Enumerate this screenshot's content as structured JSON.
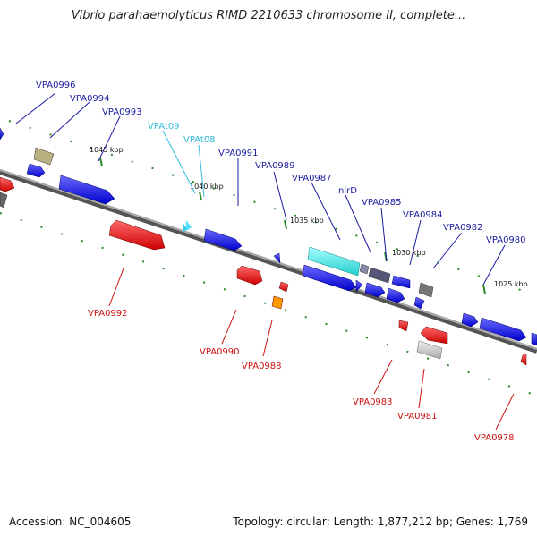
{
  "title": "Vibrio parahaemolyticus RIMD 2210633 chromosome II, complete...",
  "footer": {
    "accession": "Accession: NC_004605",
    "summary": "Topology: circular; Length: 1,877,212 bp; Genes: 1,769"
  },
  "colors": {
    "forward_gene": "#1a1ae6",
    "reverse_gene": "#e61a1a",
    "trna": "#33ccee",
    "backbone": "#888888",
    "dots": "#2a8a2a",
    "label_forward": "#1a1aa0",
    "label_reverse": "#cc1111",
    "label_trna": "#33bbdd"
  },
  "ticks": [
    "1045 kbp",
    "1040 kbp",
    "1035 kbp",
    "1030 kbp",
    "1025 kbp"
  ],
  "labels_top": [
    "VPA0996",
    "VPA0994",
    "VPA0993",
    "VPAt09",
    "VPAt08",
    "VPA0991",
    "VPA0989",
    "VPA0987",
    "nirD",
    "VPA0985",
    "VPA0984",
    "VPA0982",
    "VPA0980"
  ],
  "labels_bottom": [
    "VPA0992",
    "VPA0990",
    "VPA0988",
    "VPA0983",
    "VPA0981",
    "VPA0978"
  ]
}
